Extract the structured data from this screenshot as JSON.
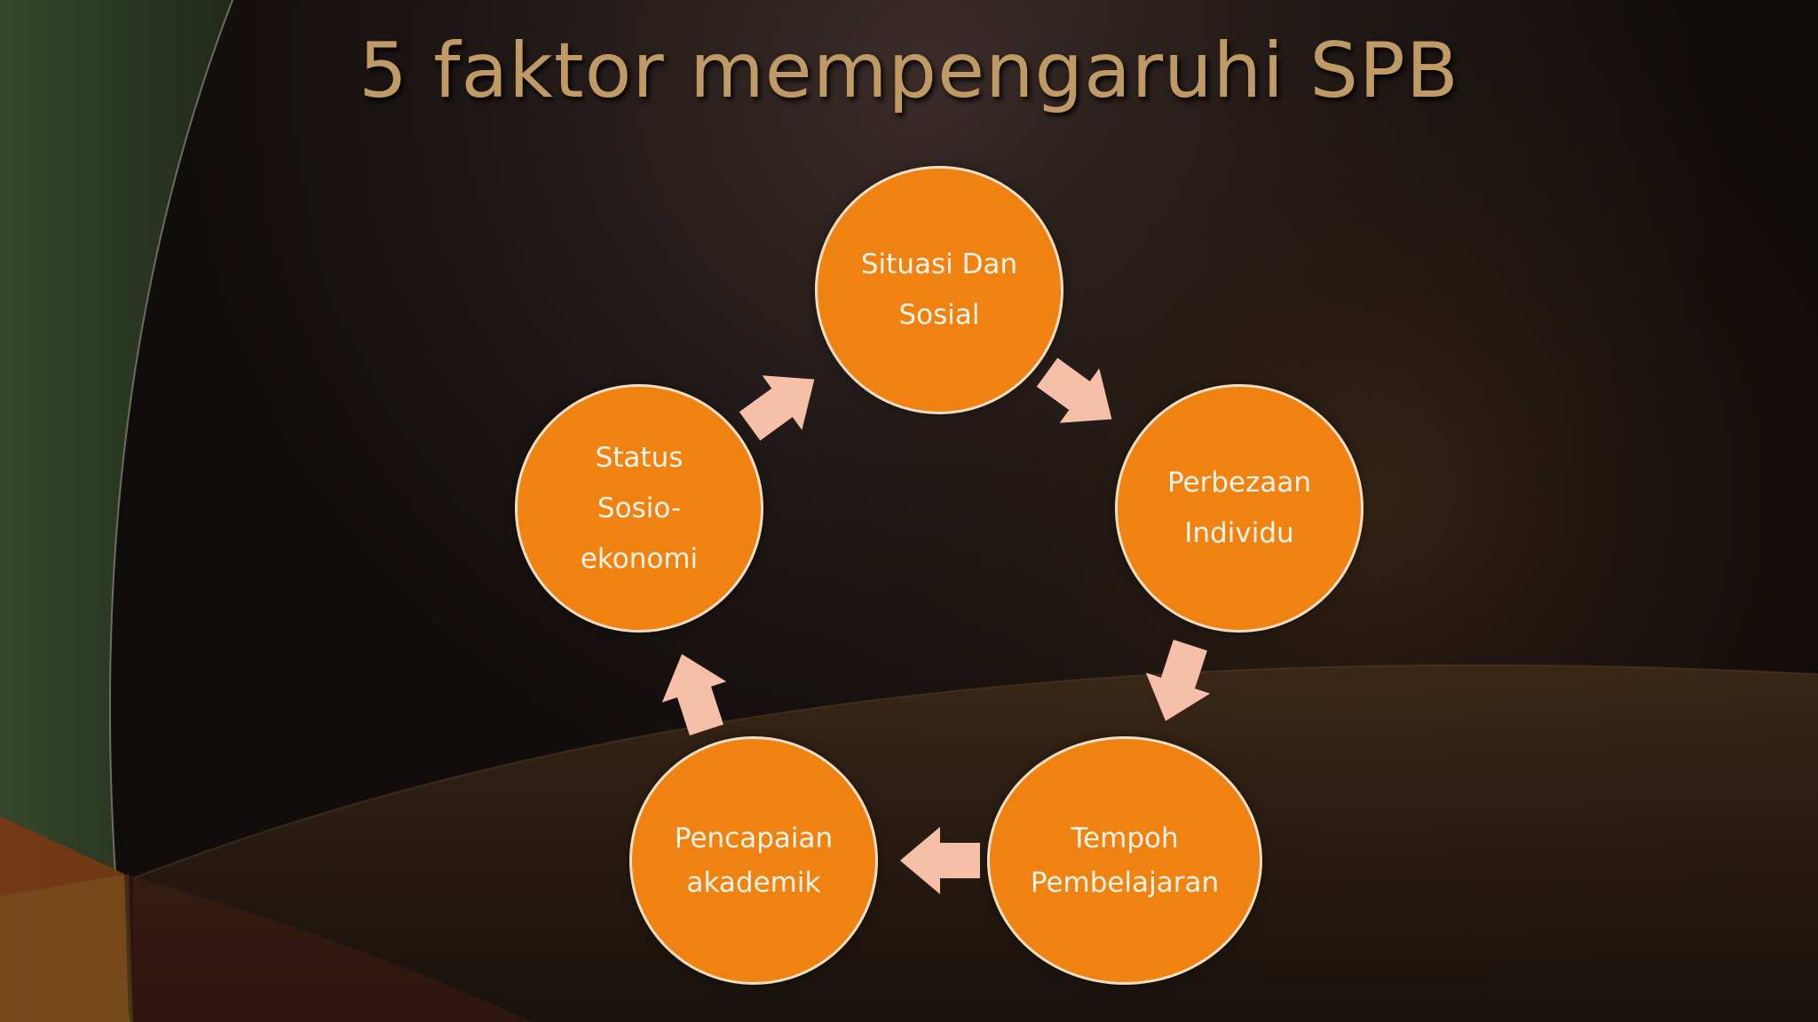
{
  "slide": {
    "title": "5 faktor mempengaruhi SPB"
  },
  "cycle": {
    "nodes": [
      {
        "id": "situasi-dan-sosial",
        "lines": [
          "Situasi Dan",
          "Sosial"
        ]
      },
      {
        "id": "perbezaan-individu",
        "lines": [
          "Perbezaan",
          "Individu"
        ]
      },
      {
        "id": "tempoh-pembelajaran",
        "lines": [
          "Tempoh",
          "Pembelajaran"
        ]
      },
      {
        "id": "pencapaian-akademik",
        "lines": [
          "Pencapaian",
          "akademik"
        ]
      },
      {
        "id": "status-sosio-ekonomi",
        "lines": [
          "Status",
          "Sosio-",
          "ekonomi"
        ]
      }
    ],
    "arrow_direction": "clockwise"
  },
  "colors": {
    "node_fill": "#ef8211",
    "node_border": "#f6dfc7",
    "arrow_fill": "#f6bfa7",
    "title": "#c09a65",
    "background": "#130f0d"
  }
}
